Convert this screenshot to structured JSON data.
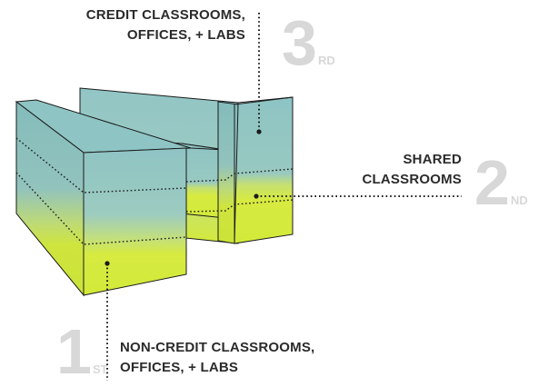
{
  "floors": [
    {
      "id": "third",
      "label_lines": [
        "CREDIT CLASSROOMS,",
        "OFFICES, + LABS"
      ],
      "number": "3",
      "suffix": "RD"
    },
    {
      "id": "second",
      "label_lines": [
        "SHARED",
        "CLASSROOMS"
      ],
      "number": "2",
      "suffix": "ND"
    },
    {
      "id": "first",
      "label_lines": [
        "NON-CREDIT CLASSROOMS,",
        "OFFICES, + LABS"
      ],
      "number": "1",
      "suffix": "ST"
    }
  ],
  "colors": {
    "upper": "#8ec4c4",
    "lower": "#d5ea3c",
    "text": "#2b2b2b",
    "number": "#d8d8d8",
    "outline": "#1a1a1a"
  }
}
